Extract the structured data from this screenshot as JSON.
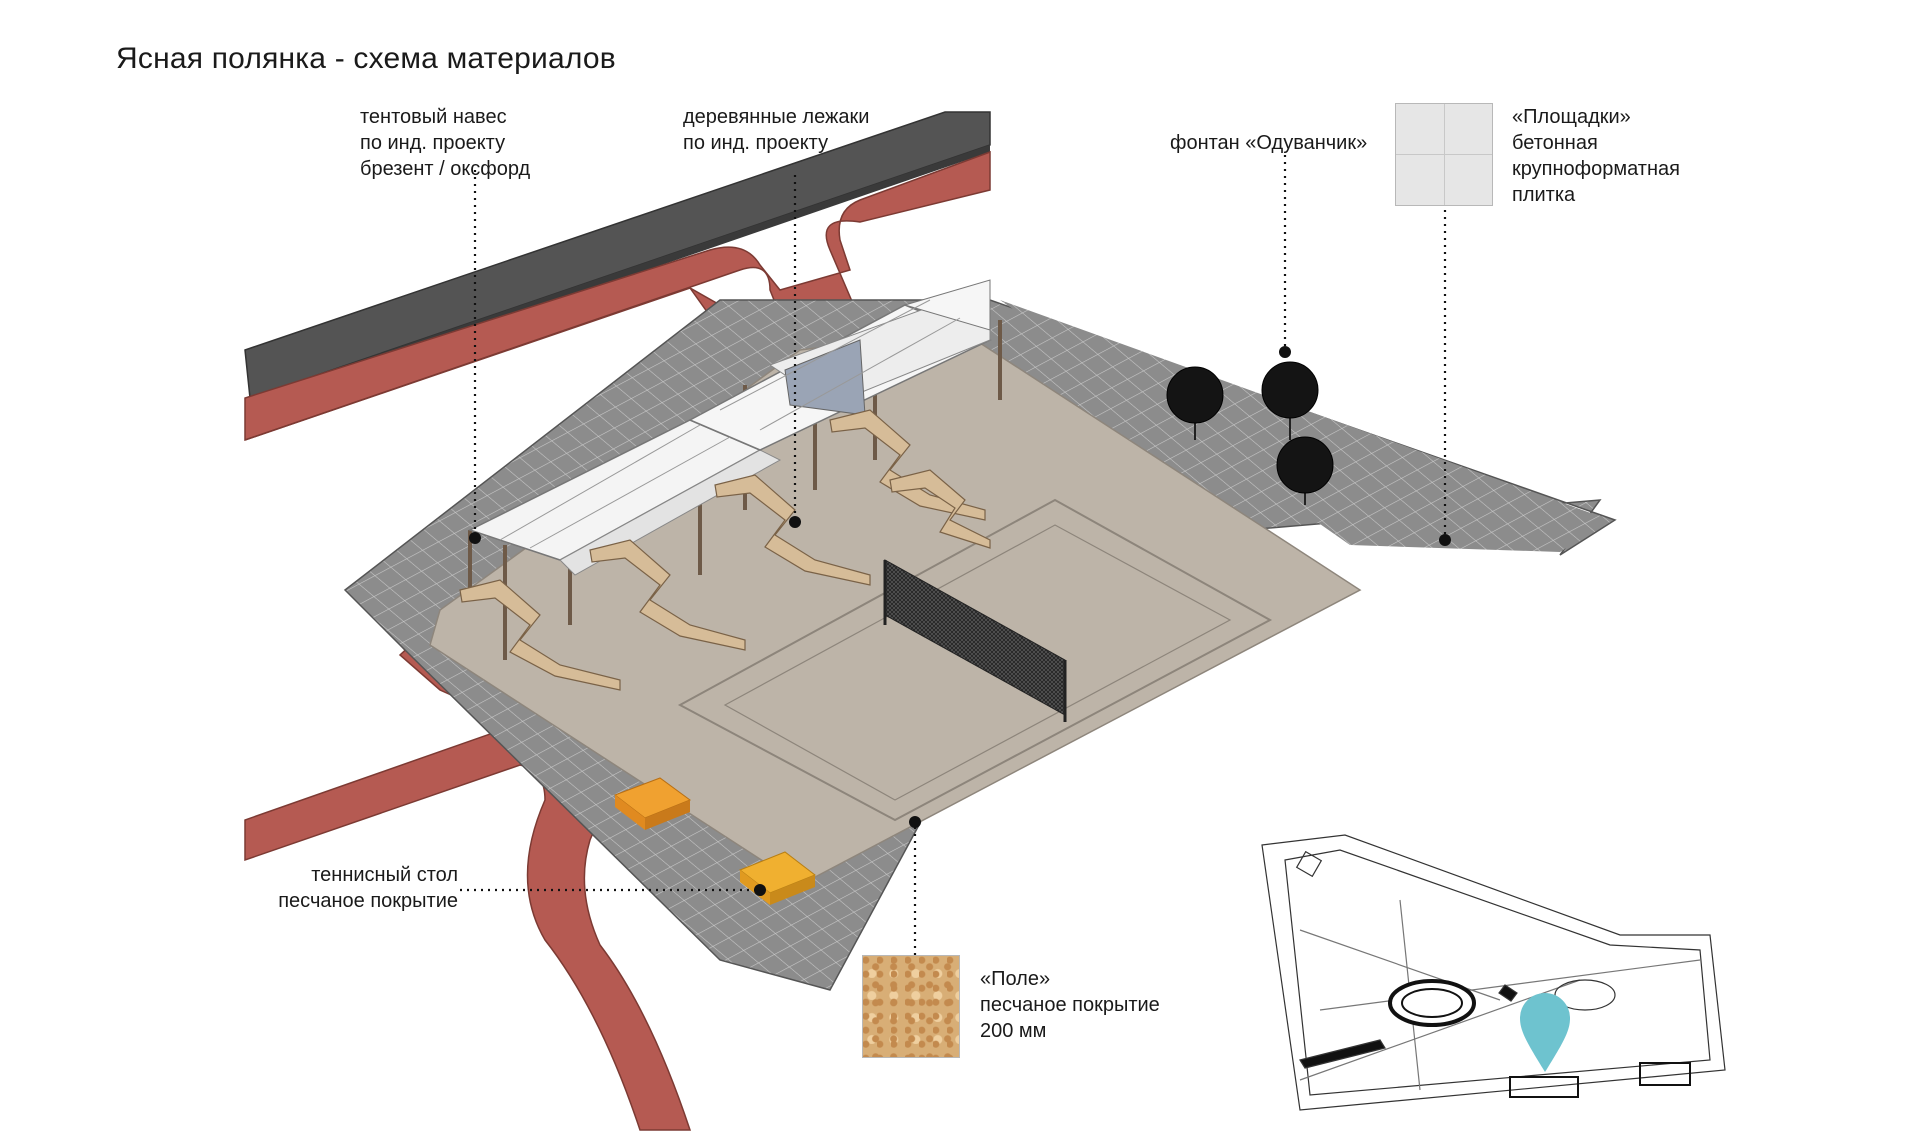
{
  "title": "Ясная полянка - схема материалов",
  "labels": {
    "canopy": [
      "тентовый навес",
      "по инд. проекту",
      "брезент / оксфорд"
    ],
    "loungers": [
      "деревянные лежаки",
      "по инд. проекту"
    ],
    "fountain": "фонтан «Одуванчик»",
    "plazas": [
      "«Площадки»",
      "бетонная",
      "крупноформатная",
      "плитка"
    ],
    "tennis": [
      "теннисный стол",
      "песчаное покрытие"
    ],
    "field": [
      "«Поле»",
      "песчаное покрытие",
      "200 мм"
    ]
  },
  "colors": {
    "road": "#555555",
    "path": "#b55a52",
    "tile": "#8a8a8a",
    "sand": "#bdb4a8",
    "tennis": "#e89a2a",
    "marker": "#6ec3cf"
  },
  "icons": [
    "pin-marker-icon",
    "tree-icon",
    "fountain-icon"
  ]
}
